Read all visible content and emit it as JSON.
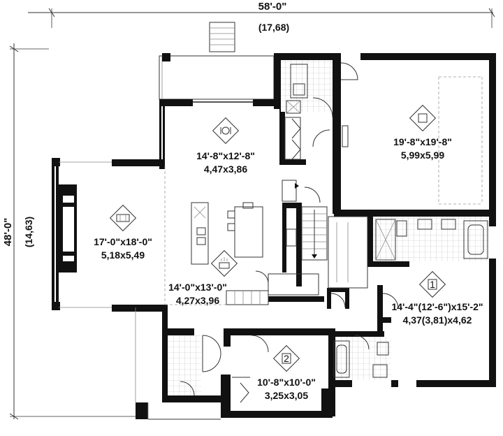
{
  "overall": {
    "width_imperial": "58'-0\"",
    "width_metric": "(17,68)",
    "depth_imperial": "48'-0\"",
    "depth_metric": "(14,63)"
  },
  "rooms": {
    "dining": {
      "imperial": "14'-8\"x12'-8\"",
      "metric": "4,47x3,86",
      "icon": "dining-icon"
    },
    "garage": {
      "imperial": "19'-8\"x19'-8\"",
      "metric": "5,99x5,99",
      "icon": "garage-icon"
    },
    "living": {
      "imperial": "17'-0\"x18'-0\"",
      "metric": "5,18x5,49",
      "icon": "sofa-icon"
    },
    "kitchen": {
      "imperial": "14'-0\"x13'-0\"",
      "metric": "4,27x3,96",
      "icon": "kitchen-icon"
    },
    "bedroom1": {
      "imperial": "14'-4\"(12'-6\")x15'-2\"",
      "metric": "4,37(3,81)x4,62",
      "icon": "bed-1-icon",
      "number": "1"
    },
    "bedroom2": {
      "imperial": "10'-8\"x10'-0\"",
      "metric": "3,25x3,05",
      "icon": "bed-2-icon",
      "number": "2"
    }
  }
}
